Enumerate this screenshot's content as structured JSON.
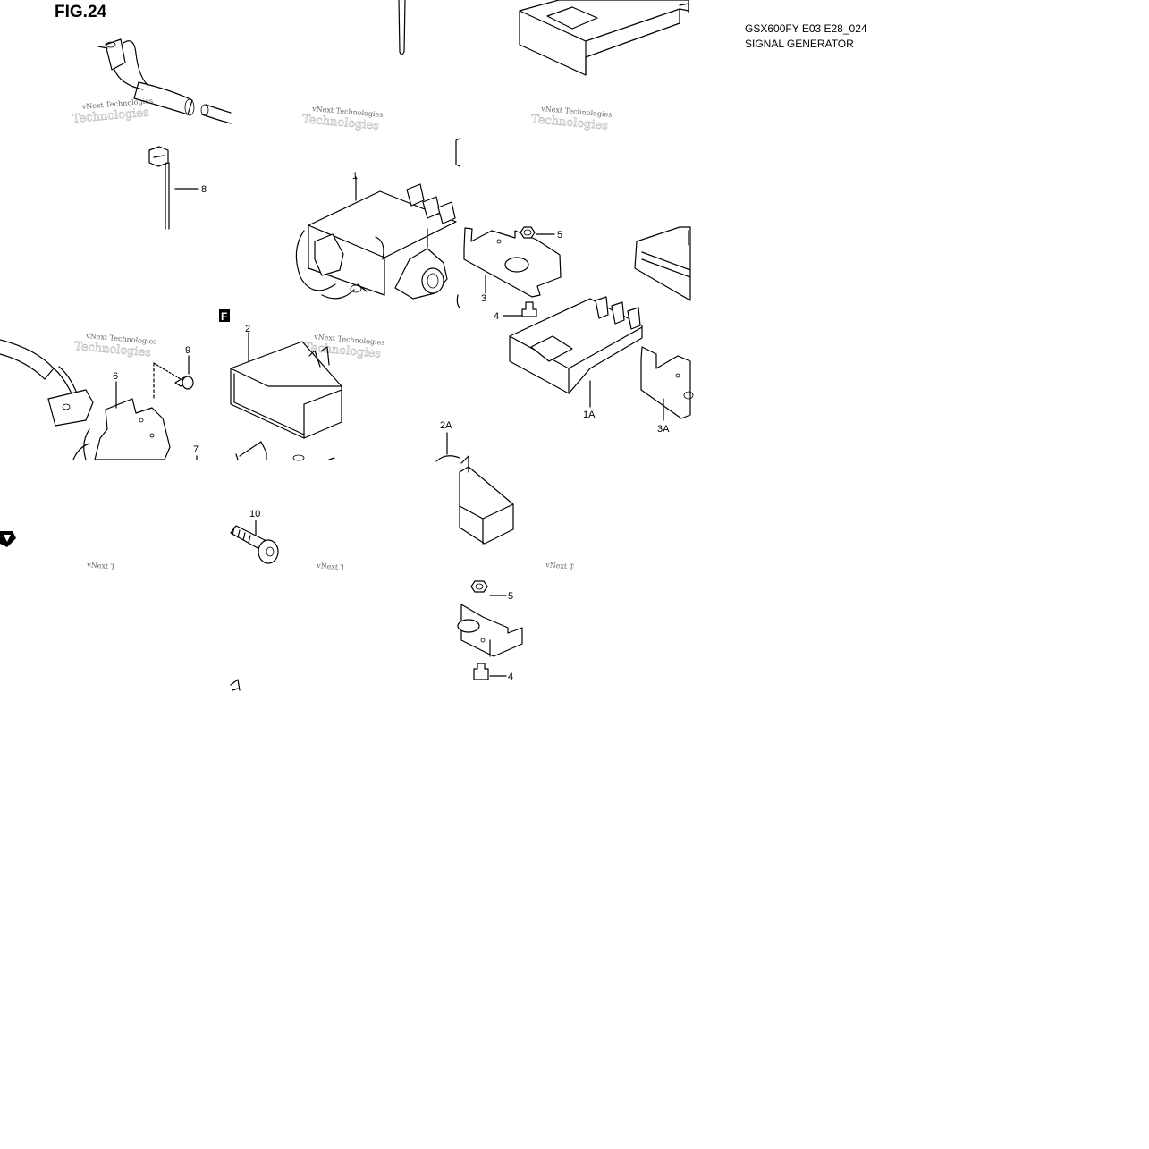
{
  "figure": {
    "title": "FIG.24"
  },
  "header": {
    "model_code": "GSX600FY E03 E28_024",
    "section_name": "SIGNAL GENERATOR"
  },
  "callouts": {
    "c1": "1",
    "c1A": "1A",
    "c2": "2",
    "c2A": "2A",
    "c3": "3",
    "c3A": "3A",
    "c4a": "4",
    "c4b": "4",
    "c5a": "5",
    "c5b": "5",
    "c6": "6",
    "c7": "7",
    "c8": "8",
    "c9": "9",
    "c10": "10"
  },
  "marker_letter": "F",
  "watermark": {
    "line1": "vNext Technologies",
    "line2": "Technologies"
  }
}
